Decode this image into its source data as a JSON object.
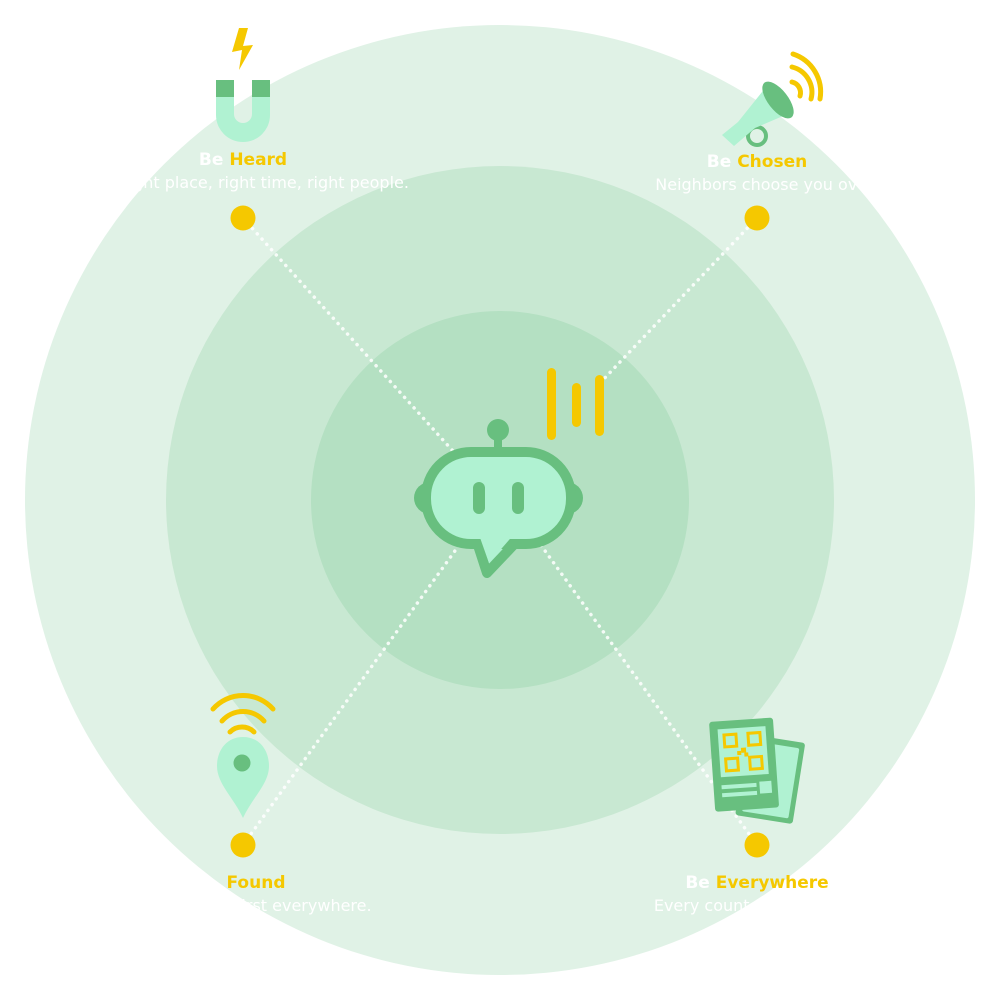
{
  "colors": {
    "background": "#ffffff",
    "ring_outer": "#e0f2e6",
    "ring_middle": "#c8e8d2",
    "ring_inner": "#b4e0c2",
    "bot": "#68bf7f",
    "bot_light": "#b0f2d2",
    "accent_yellow": "#f5c800",
    "dot_line": "#ffffff"
  },
  "center": {
    "icon": "chatbot-icon",
    "sound_icon": "sound-bars-icon"
  },
  "nodes": [
    {
      "id": "heard",
      "prefix": "Be",
      "accent": "Heard",
      "description": "right place, right time, right people.",
      "icon": "magnet-icon"
    },
    {
      "id": "chosen",
      "prefix": "Be",
      "accent": "Chosen",
      "description": "Neighbors choose you over the co",
      "icon": "megaphone-icon"
    },
    {
      "id": "found",
      "prefix": "",
      "accent": "Found",
      "description": "up first everywhere.",
      "icon": "location-pin-icon"
    },
    {
      "id": "everywhere",
      "prefix": "Be",
      "accent": "Everywhere",
      "description": "Every counter. Every",
      "icon": "qr-flyer-icon"
    }
  ]
}
